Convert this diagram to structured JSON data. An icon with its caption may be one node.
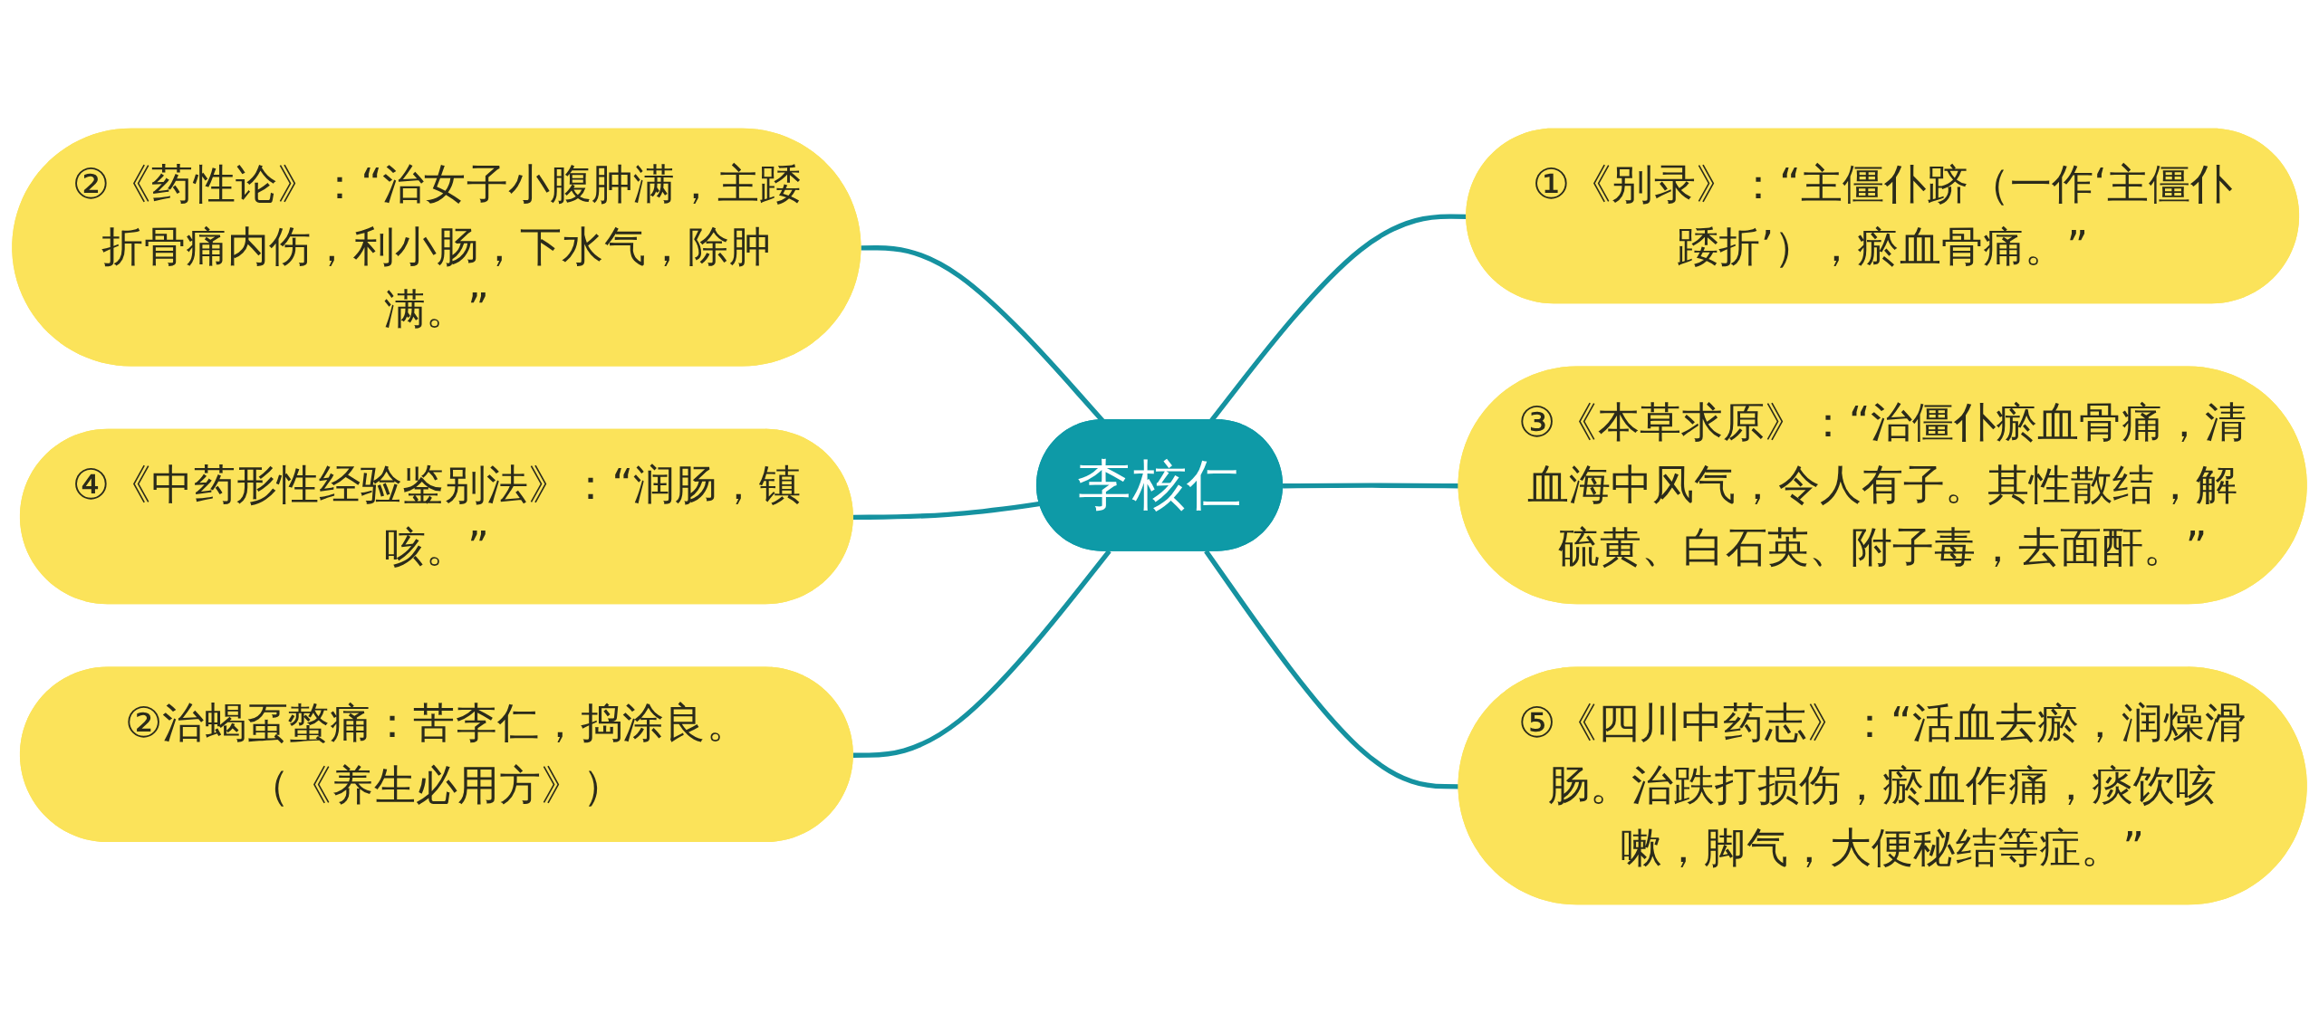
{
  "diagram": {
    "nodes": [
      {
        "text": [
          "李核仁"
        ]
      },
      {
        "text": [
          "①《别录》：“主僵仆跻（一作‘主僵仆踒折’），瘀血骨痛。”"
        ]
      },
      {
        "text": [
          "②《药性论》：“治女子小腹肿满，主踒折骨痛内伤，利小肠，下水气，除肿满。”"
        ]
      },
      {
        "text": [
          "③《本草求原》：“治僵仆瘀血骨痛，清血海中风气，令人有子。其性散结，解硫黄、白石英、附子毒，去面酐。”"
        ]
      },
      {
        "text": [
          "④《中药形性经验鉴别法》：“润肠，镇咳。”"
        ]
      },
      {
        "text": [
          "⑤《四川中药志》：“活血去瘀，润燥滑肠。治跌打损伤，瘀血作痛，痰饮咳嗽，脚气，大便秘结等症。”"
        ]
      },
      {
        "text": [
          "②治蝎虿螫痛：苦李仁，捣涂良。（《养生必用方》）"
        ]
      }
    ],
    "edges": [
      {
        "from": 0,
        "to": 1,
        "arrow": "none"
      },
      {
        "from": 0,
        "to": 2,
        "arrow": "none"
      },
      {
        "from": 0,
        "to": 3,
        "arrow": "none"
      },
      {
        "from": 0,
        "to": 4,
        "arrow": "none"
      },
      {
        "from": 0,
        "to": 5,
        "arrow": "none"
      },
      {
        "from": 0,
        "to": 6,
        "arrow": "none"
      }
    ]
  }
}
